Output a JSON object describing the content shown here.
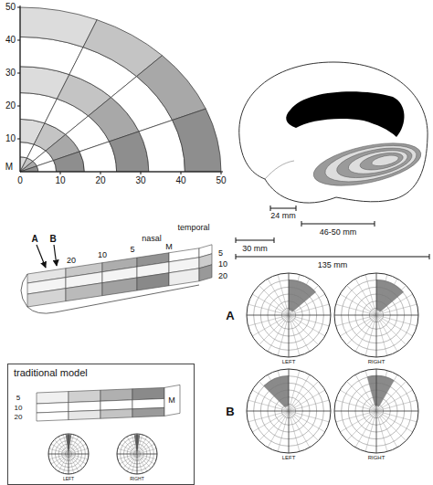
{
  "diagram": {
    "nodes": [
      {
        "text": [
          "traditional model"
        ]
      }
    ],
    "labels": [
      "50",
      "40",
      "30",
      "20",
      "10",
      "M",
      "0",
      "10",
      "20",
      "30",
      "40",
      "50",
      "24 mm",
      "46-50 mm",
      "30 mm",
      "135 mm",
      "A",
      "B",
      "20",
      "10",
      "5",
      "nasal",
      "M",
      "temporal",
      "5",
      "10",
      "20",
      "A",
      "LEFT",
      "RIGHT",
      "B",
      "LEFT",
      "RIGHT",
      "5",
      "10",
      "20",
      "M",
      "LEFT",
      "RIGHT"
    ]
  }
}
